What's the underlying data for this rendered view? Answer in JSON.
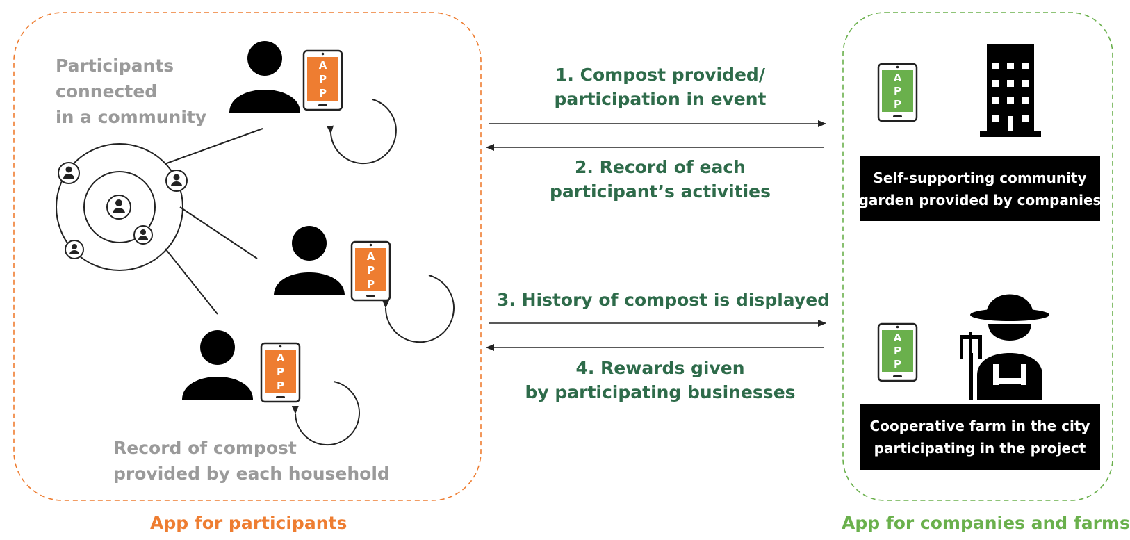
{
  "colors": {
    "participants_accent": "#ee7d31",
    "companies_accent": "#6ab04c",
    "flow_text": "#2e6b4a",
    "grey_text": "#9a9a9a"
  },
  "left_panel": {
    "title": "App for participants",
    "community_label": [
      "Participants",
      "connected",
      "in a community"
    ],
    "record_label": [
      "Record of compost",
      "provided by each household"
    ],
    "app_letters": [
      "A",
      "P",
      "P"
    ]
  },
  "flows": [
    {
      "lines": [
        "1. Compost provided/",
        "participation in event"
      ],
      "direction": "right"
    },
    {
      "lines": [
        "2. Record of each",
        "participant’s activities"
      ],
      "direction": "left"
    },
    {
      "lines": [
        "3. History of compost is displayed"
      ],
      "direction": "right"
    },
    {
      "lines": [
        "4. Rewards given",
        "by participating businesses"
      ],
      "direction": "left"
    }
  ],
  "right_panel": {
    "title": "App for companies and farms",
    "garden_box": [
      "Self-supporting community",
      "garden provided by companies"
    ],
    "farm_box": [
      "Cooperative farm in the city",
      "participating in the project"
    ],
    "app_letters": [
      "A",
      "P",
      "P"
    ],
    "icons": [
      "office-building-icon",
      "farmer-icon"
    ]
  }
}
